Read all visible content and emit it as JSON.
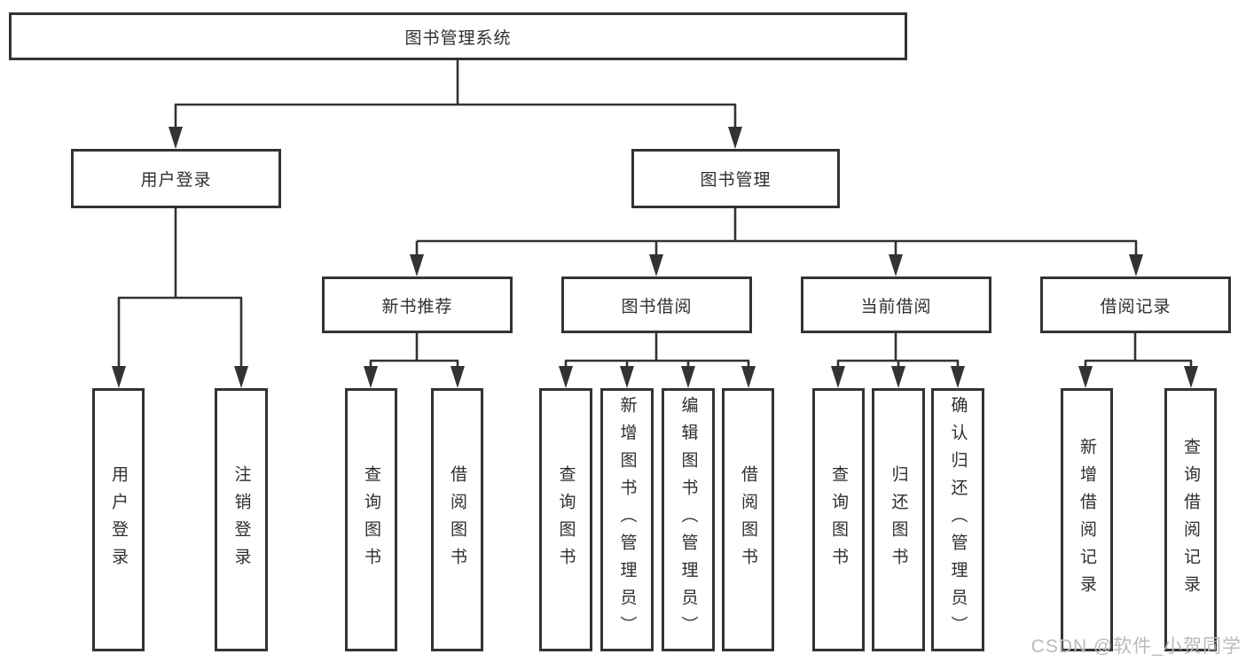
{
  "diagram": {
    "title": "图书管理系统",
    "root": {
      "label": "图书管理系统"
    },
    "level2": [
      {
        "id": "user-login",
        "label": "用户登录"
      },
      {
        "id": "book-management",
        "label": "图书管理"
      }
    ],
    "level3": [
      {
        "id": "new-book-recommend",
        "label": "新书推荐"
      },
      {
        "id": "book-borrow",
        "label": "图书借阅"
      },
      {
        "id": "current-borrow",
        "label": "当前借阅"
      },
      {
        "id": "borrow-records",
        "label": "借阅记录"
      }
    ],
    "leaves": [
      {
        "parent": "user-login",
        "label": "用户登录"
      },
      {
        "parent": "user-login",
        "label": "注销登录"
      },
      {
        "parent": "new-book-recommend",
        "label": "查询图书"
      },
      {
        "parent": "new-book-recommend",
        "label": "借阅图书"
      },
      {
        "parent": "book-borrow",
        "label": "查询图书"
      },
      {
        "parent": "book-borrow",
        "label": "新增图书（管理员）"
      },
      {
        "parent": "book-borrow",
        "label": "编辑图书（管理员）"
      },
      {
        "parent": "book-borrow",
        "label": "借阅图书"
      },
      {
        "parent": "current-borrow",
        "label": "查询图书"
      },
      {
        "parent": "current-borrow",
        "label": "归还图书"
      },
      {
        "parent": "current-borrow",
        "label": "确认归还（管理员）"
      },
      {
        "parent": "borrow-records",
        "label": "新增借阅记录"
      },
      {
        "parent": "borrow-records",
        "label": "查询借阅记录"
      }
    ]
  },
  "watermark": {
    "text": "CSDN @软件_小贺同学"
  },
  "colors": {
    "line": "#333333",
    "box_border": "#333333",
    "text": "#2f2f2f",
    "watermark": "#b6bac0",
    "background": "#ffffff"
  }
}
